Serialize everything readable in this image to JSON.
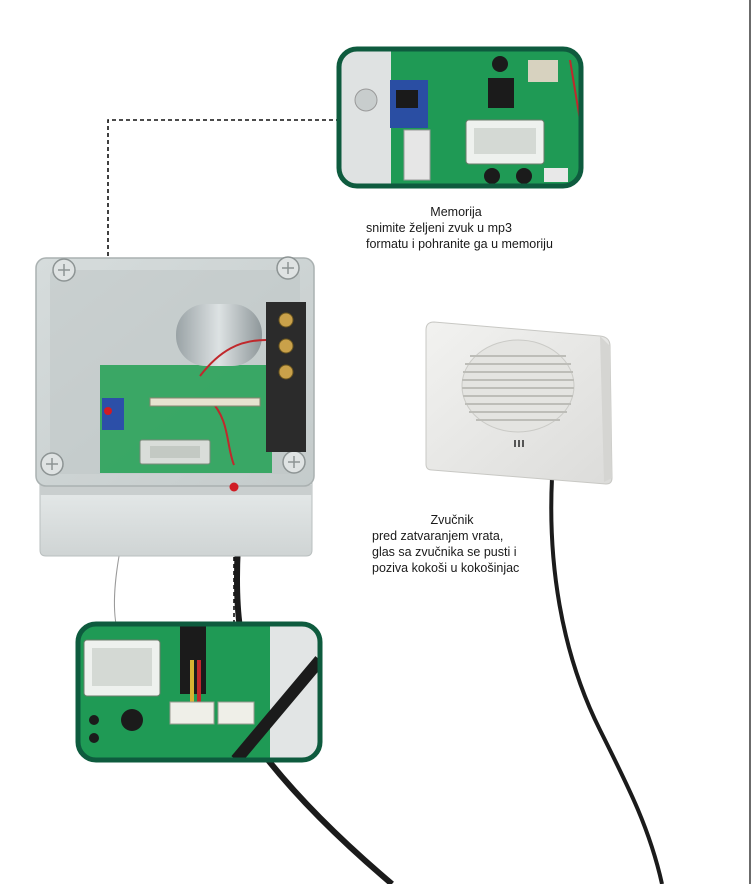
{
  "memory_callout": {
    "title": "Memorija",
    "lines": [
      "snimite željeni zvuk u mp3",
      "formatu i pohranite ga u memoriju"
    ]
  },
  "speaker_callout": {
    "title": "Zvučnik",
    "lines": [
      "pred zatvaranjem vrata,",
      "glas sa zvučnika se pusti i",
      "poziva kokoši u kokošinjac"
    ]
  },
  "colors": {
    "frame_green": "#0e5b3e",
    "pcb_green": "#1f9a55",
    "marker_red": "#d01c24",
    "cable_black": "#1b1b1b",
    "enclosure_white": "#e9ecec"
  }
}
